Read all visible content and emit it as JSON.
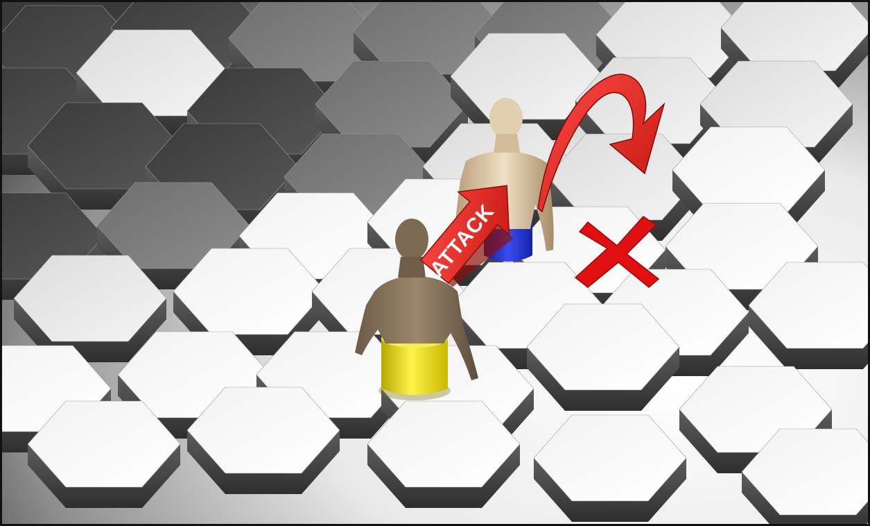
{
  "scene": {
    "board": "hex-grid",
    "colors": {
      "frame": "#111111",
      "attack_arrow": "#e2201c",
      "move_arrow": "#c8120e",
      "blocked_marker": "#e01010",
      "player_base": "#f2e30a",
      "enemy_base": "#2131d6",
      "skin": "#d9c6a6"
    },
    "attack_label": "ATTACK",
    "units": [
      {
        "name": "player",
        "base_color": "yellow"
      },
      {
        "name": "enemy",
        "base_color": "blue"
      }
    ],
    "icons": [
      "attack-arrow-icon",
      "curved-move-arrow-icon",
      "blocked-x-icon"
    ]
  }
}
